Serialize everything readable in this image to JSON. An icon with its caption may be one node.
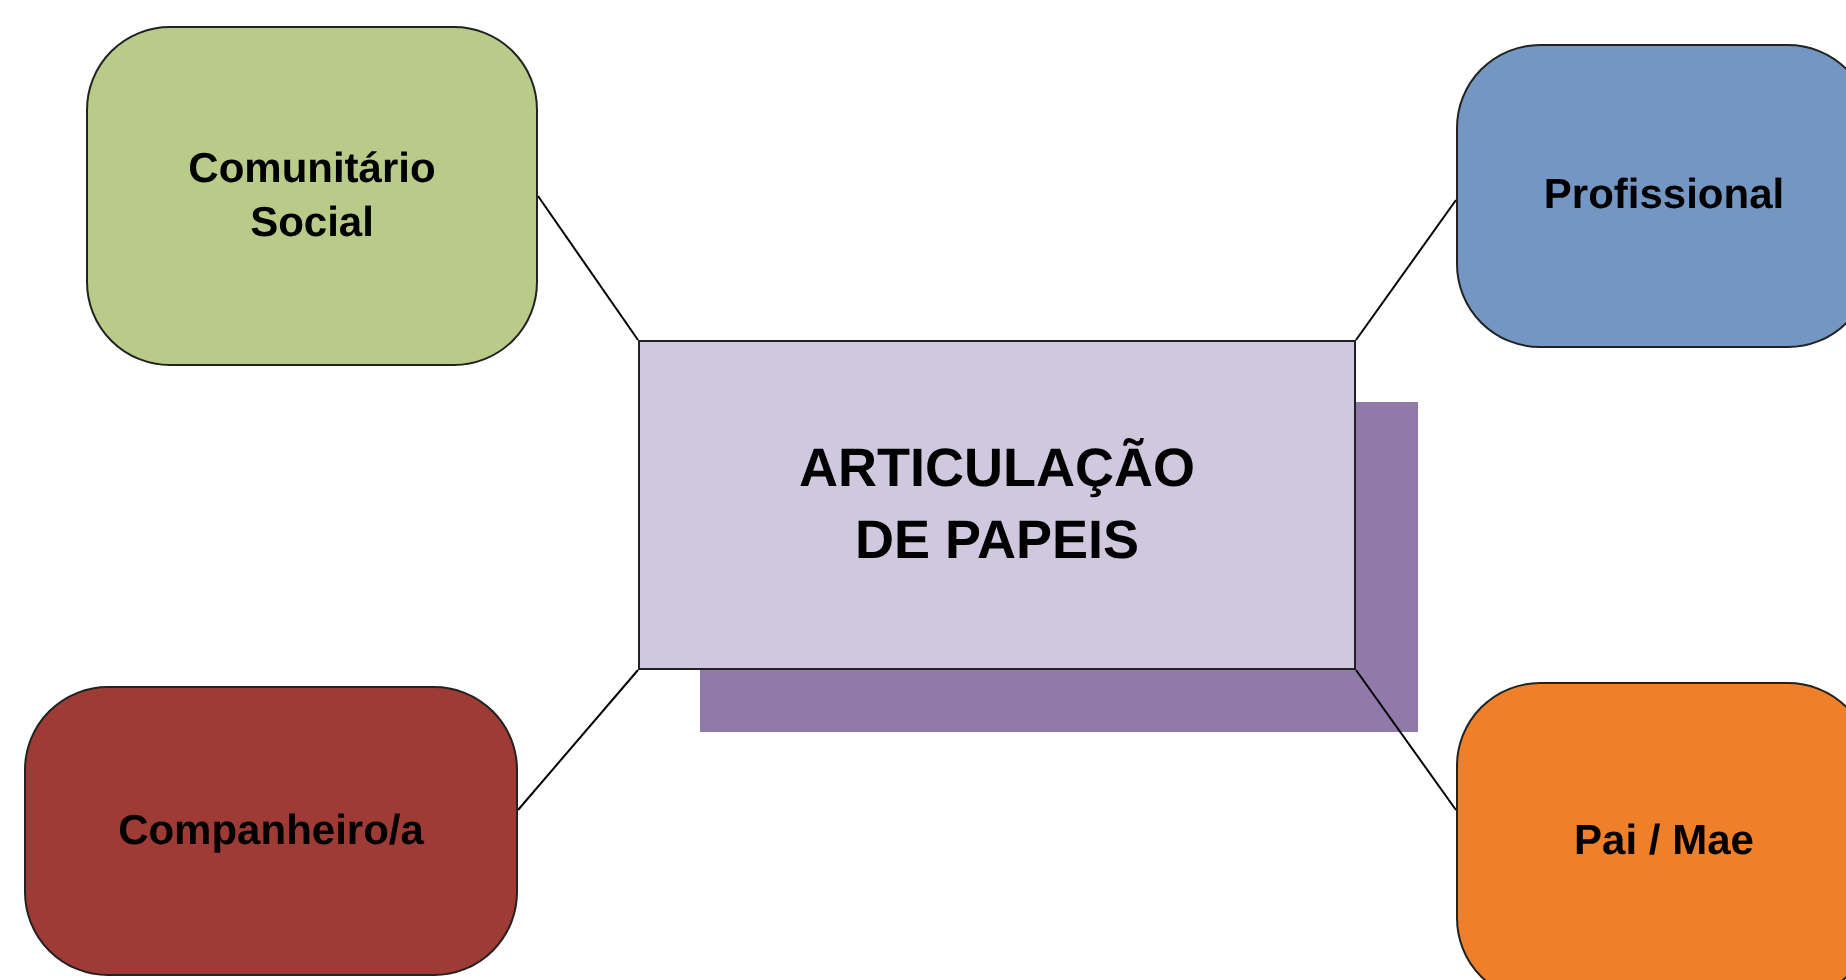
{
  "diagram": {
    "nodes": [
      {
        "text": [
          "ARTICULAÇÃO DE PAPEIS"
        ]
      },
      {
        "text": [
          "Comunitário Social"
        ]
      },
      {
        "text": [
          "Profissional"
        ]
      },
      {
        "text": [
          "Companheiro/a"
        ]
      },
      {
        "text": [
          "Pai / Mae"
        ]
      }
    ],
    "edges": [
      {
        "from": 0,
        "to": 1,
        "arrow": "none"
      },
      {
        "from": 0,
        "to": 2,
        "arrow": "none"
      },
      {
        "from": 0,
        "to": 3,
        "arrow": "none"
      },
      {
        "from": 0,
        "to": 4,
        "arrow": "none"
      }
    ]
  }
}
